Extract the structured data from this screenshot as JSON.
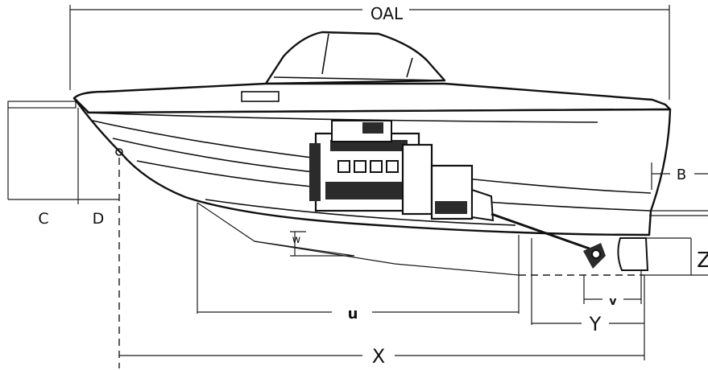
{
  "labels": {
    "oal": "OAL",
    "b": "B",
    "c": "C",
    "d": "D",
    "w": "w",
    "z": "Z",
    "u": "u",
    "v": "v",
    "y": "Y",
    "x": "X"
  }
}
